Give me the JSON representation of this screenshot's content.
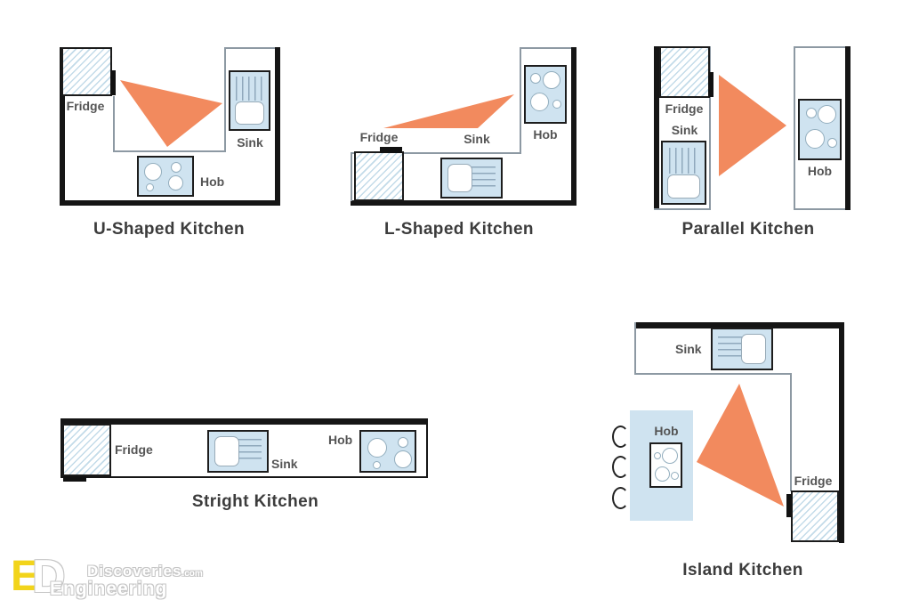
{
  "page": {
    "background": "#ffffff"
  },
  "colors": {
    "work_triangle_orange": "#f28a5e",
    "appliance_blue": "#cfe3f0",
    "hatch_blue": "#c3dbe9",
    "wall_black": "#151515",
    "inner_line_gray": "#8d99a3",
    "label_gray": "#555555",
    "title_gray": "#3c3c3c",
    "logo_yellow": "#f2d41b"
  },
  "diagrams": {
    "u_shaped": {
      "title": "U-Shaped Kitchen",
      "fridge_label": "Fridge",
      "sink_label": "Sink",
      "hob_label": "Hob"
    },
    "l_shaped": {
      "title": "L-Shaped Kitchen",
      "fridge_label": "Fridge",
      "sink_label": "Sink",
      "hob_label": "Hob"
    },
    "parallel": {
      "title": "Parallel Kitchen",
      "fridge_label": "Fridge",
      "sink_label": "Sink",
      "hob_label": "Hob"
    },
    "straight": {
      "title": "Stright Kitchen",
      "fridge_label": "Fridge",
      "sink_label": "Sink",
      "hob_label": "Hob"
    },
    "island": {
      "title": "Island Kitchen",
      "fridge_label": "Fridge",
      "sink_label": "Sink",
      "hob_label": "Hob"
    }
  },
  "watermark": {
    "brand_word_1": "Discoveries",
    "brand_suffix": ".com",
    "brand_word_2": "Engineering"
  }
}
